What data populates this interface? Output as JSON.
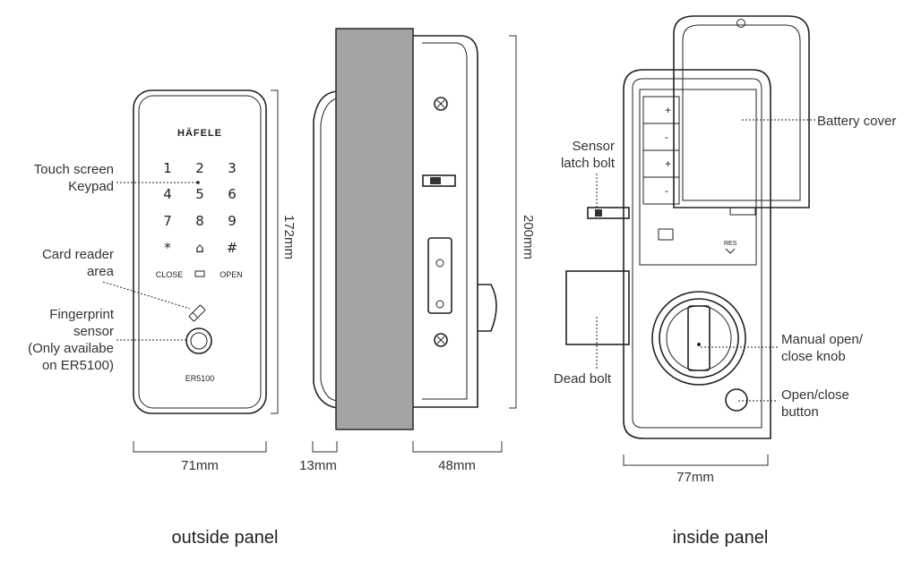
{
  "outside": {
    "brand": "HÄFELE",
    "keys": [
      "1",
      "2",
      "3",
      "4",
      "5",
      "6",
      "7",
      "8",
      "9",
      "*",
      "⌂",
      "#"
    ],
    "close": "CLOSE",
    "open": "OPEN",
    "model": "ER5100",
    "touch_l1": "Touch screen",
    "touch_l2": "Keypad",
    "card_l1": "Card reader",
    "card_l2": "area",
    "fp_l1": "Fingerprint",
    "fp_l2": "sensor",
    "fp_l3": "(Only availabe",
    "fp_l4": "on ER5100)",
    "height": "172mm",
    "width": "71mm",
    "caption": "outside panel"
  },
  "side": {
    "depth1": "13mm",
    "depth2": "48mm",
    "height": "200mm"
  },
  "inside": {
    "battery_cover": "Battery cover",
    "sensor_l1": "Sensor",
    "sensor_l2": "latch bolt",
    "dead_bolt": "Dead bolt",
    "knob_l1": "Manual open/",
    "knob_l2": "close knob",
    "btn_l1": "Open/close",
    "btn_l2": "button",
    "res": "RES",
    "plus": "+",
    "minus": "-",
    "width": "77mm",
    "caption": "inside panel"
  }
}
